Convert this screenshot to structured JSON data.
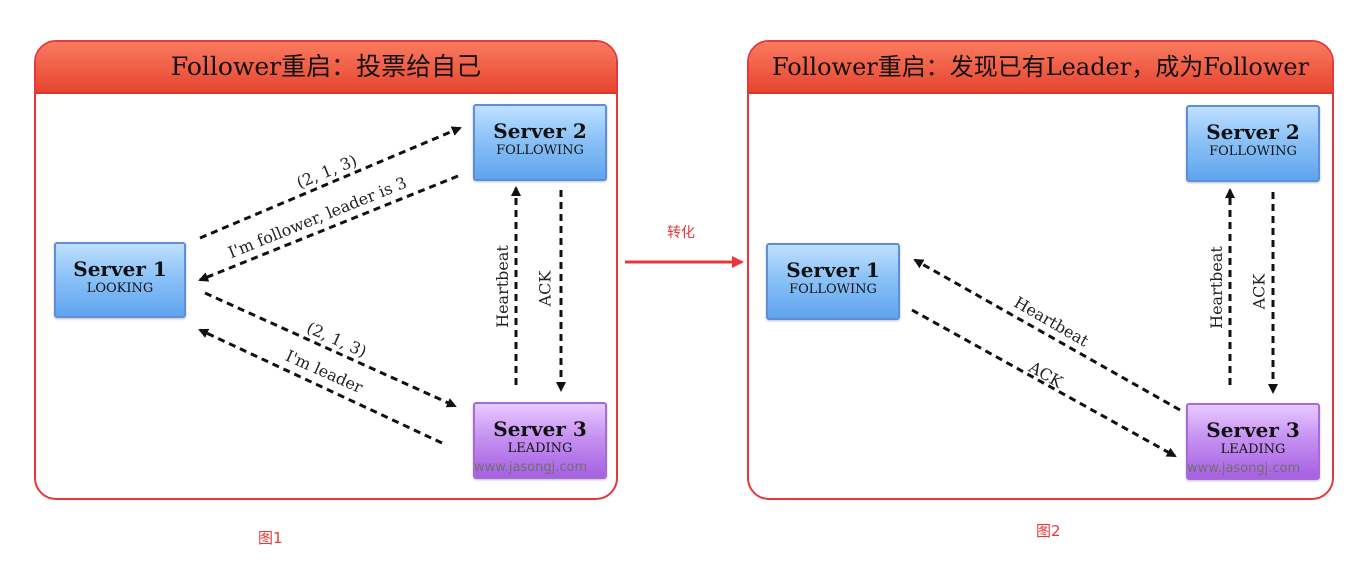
{
  "figure1": {
    "title": "Follower重启：投票给自己",
    "caption": "图1",
    "server1": {
      "name": "Server 1",
      "state": "LOOKING"
    },
    "server2": {
      "name": "Server 2",
      "state": "FOLLOWING"
    },
    "server3": {
      "name": "Server 3",
      "state": "LEADING"
    },
    "label_vote_to_s2": "(2, 1, 3)",
    "label_reply_from_s2": "I'm follower, leader is 3",
    "label_vote_to_s3": "(2, 1, 3)",
    "label_reply_from_s3": "I'm leader",
    "label_heartbeat": "Heartbeat",
    "label_ack": "ACK",
    "watermark": "www.jasongj.com"
  },
  "transition": {
    "label": "转化",
    "color": "#e8373a"
  },
  "figure2": {
    "title": "Follower重启：发现已有Leader，成为Follower",
    "caption": "图2",
    "server1": {
      "name": "Server 1",
      "state": "FOLLOWING"
    },
    "server2": {
      "name": "Server 2",
      "state": "FOLLOWING"
    },
    "server3": {
      "name": "Server 3",
      "state": "LEADING"
    },
    "label_heartbeat_s2": "Heartbeat",
    "label_ack_s2": "ACK",
    "label_heartbeat_s1": "Heartbeat",
    "label_ack_s1": "ACK",
    "watermark": "www.jasongj.com"
  },
  "colors": {
    "panel_border": "#e8373a",
    "header": "#f2573f",
    "server_blue": "#8cc2f7",
    "server_purple": "#c692f2"
  }
}
